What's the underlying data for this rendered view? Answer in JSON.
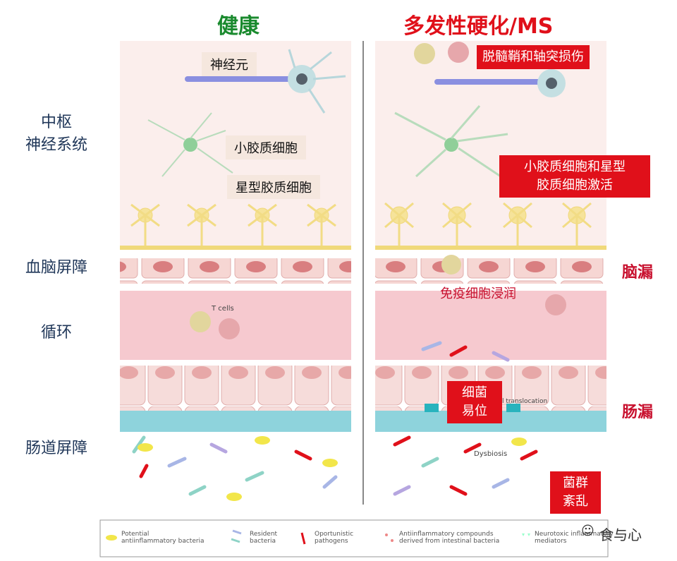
{
  "headers": {
    "healthy": "健康",
    "ms": "多发性硬化/MS",
    "healthy_color": "#1a8a2e",
    "ms_color": "#e0101a"
  },
  "row_labels": {
    "cns": "中枢\n神经系统",
    "bbb": "血脑屏障",
    "circulation": "循环",
    "gut": "肠道屏障"
  },
  "right_labels": {
    "leaky_brain": "脑漏",
    "leaky_gut": "肠漏"
  },
  "healthy_tags": {
    "neuron": "神经元",
    "microglia": "小胶质细胞",
    "astrocyte": "星型胶质细胞",
    "tcells": "T cells"
  },
  "ms_tags": {
    "demyelination": "脱髓鞘和轴突损伤",
    "activation": "小胶质细胞和星型\n胶质细胞激活",
    "infiltration": "免疫细胞浸润",
    "translocation": "细菌\n易位",
    "translocation_underlying": "Microbial translocation",
    "dysbiosis": "Dysbiosis",
    "dysbiosis_cn": "菌群\n紊乱"
  },
  "legend": [
    {
      "icon": "yellow-bacteria-icon",
      "text": "Potential\nantiinflammatory bacteria"
    },
    {
      "icon": "resident-bacteria-icon",
      "text": "Resident\nbacteria"
    },
    {
      "icon": "pathogen-icon",
      "text": "Oportunistic\npathogens"
    },
    {
      "icon": "dots-icon",
      "text": "Antiinflammatory compounds\nderived from intestinal bacteria"
    },
    {
      "icon": "triangles-icon",
      "text": "Neurotoxic inflammatory\nmediators"
    }
  ],
  "watermark": "食与心",
  "colors": {
    "label_blue": "#1f3658",
    "red": "#c8102e",
    "blood": "#f6c9cf",
    "mucus": "#8ed3dc"
  }
}
